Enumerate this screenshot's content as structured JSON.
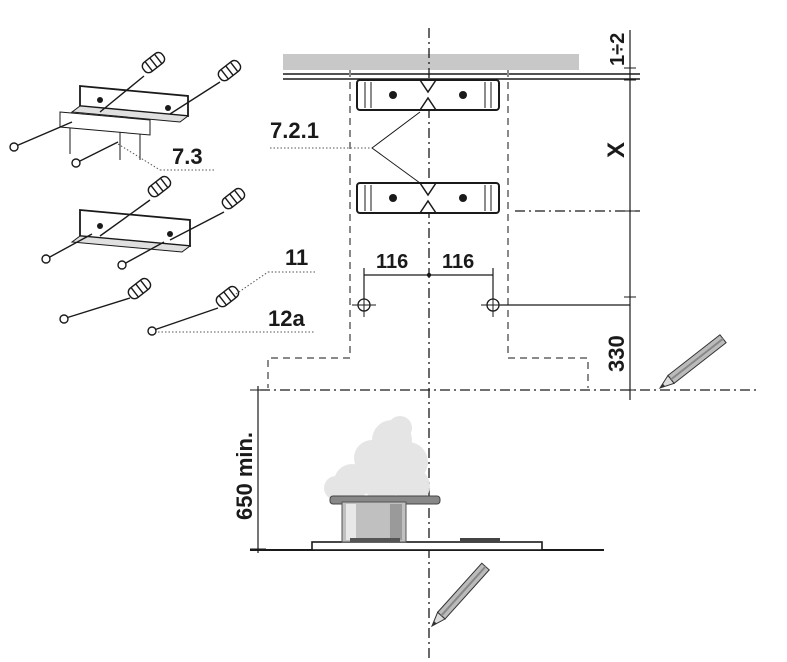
{
  "labels": {
    "top_gap": "1÷2",
    "height_x": "X",
    "bracket_ref": "7.2.1",
    "part_ref": "7.3",
    "screw_ref": "11",
    "plug_ref": "12a",
    "spacing_left": "116",
    "spacing_right": "116",
    "drop": "330",
    "min_height": "650 min."
  },
  "colors": {
    "ceiling": "#c8c8c8",
    "line": "#1a1a1a",
    "hood_outline": "#8a8a8a",
    "steam": "#e4e4e4"
  }
}
